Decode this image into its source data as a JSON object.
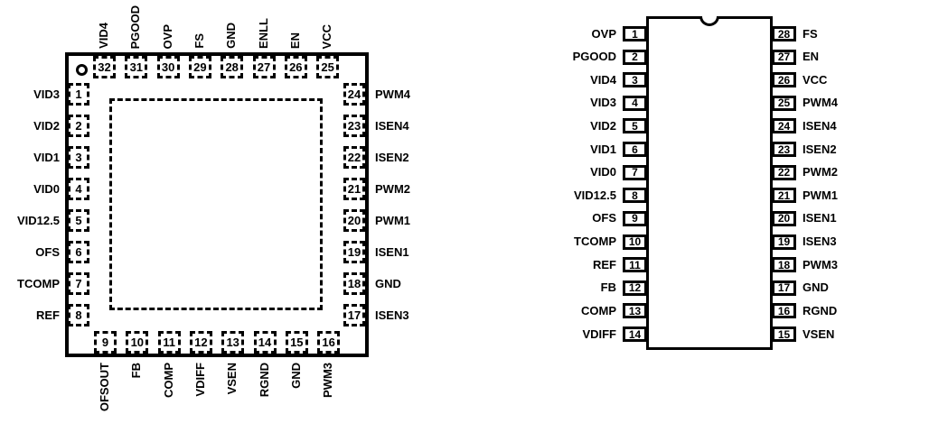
{
  "figure": {
    "background_color": "#ffffff",
    "line_color": "#000000"
  },
  "qfn32": {
    "package_name": "32-pin-quad-package",
    "pin1_indicator_icon": "circle",
    "thermal_pad": "dashed-square",
    "top_pins": [
      {
        "num": "32",
        "label": "VID4"
      },
      {
        "num": "31",
        "label": "PGOOD"
      },
      {
        "num": "30",
        "label": "OVP"
      },
      {
        "num": "29",
        "label": "FS"
      },
      {
        "num": "28",
        "label": "GND"
      },
      {
        "num": "27",
        "label": "ENLL"
      },
      {
        "num": "26",
        "label": "EN"
      },
      {
        "num": "25",
        "label": "VCC"
      }
    ],
    "left_pins": [
      {
        "num": "1",
        "label": "VID3"
      },
      {
        "num": "2",
        "label": "VID2"
      },
      {
        "num": "3",
        "label": "VID1"
      },
      {
        "num": "4",
        "label": "VID0"
      },
      {
        "num": "5",
        "label": "VID12.5"
      },
      {
        "num": "6",
        "label": "OFS"
      },
      {
        "num": "7",
        "label": "TCOMP"
      },
      {
        "num": "8",
        "label": "REF"
      }
    ],
    "right_pins": [
      {
        "num": "24",
        "label": "PWM4"
      },
      {
        "num": "23",
        "label": "ISEN4"
      },
      {
        "num": "22",
        "label": "ISEN2"
      },
      {
        "num": "21",
        "label": "PWM2"
      },
      {
        "num": "20",
        "label": "PWM1"
      },
      {
        "num": "19",
        "label": "ISEN1"
      },
      {
        "num": "18",
        "label": "GND"
      },
      {
        "num": "17",
        "label": "ISEN3"
      }
    ],
    "bottom_pins": [
      {
        "num": "9",
        "label": "OFSOUT"
      },
      {
        "num": "10",
        "label": "FB"
      },
      {
        "num": "11",
        "label": "COMP"
      },
      {
        "num": "12",
        "label": "VDIFF"
      },
      {
        "num": "13",
        "label": "VSEN"
      },
      {
        "num": "14",
        "label": "RGND"
      },
      {
        "num": "15",
        "label": "GND"
      },
      {
        "num": "16",
        "label": "PWM3"
      }
    ]
  },
  "dip28": {
    "package_name": "28-pin-dual-inline-package",
    "pin1_indicator_icon": "semicircle-notch",
    "left_pins": [
      {
        "num": "1",
        "label": "OVP"
      },
      {
        "num": "2",
        "label": "PGOOD"
      },
      {
        "num": "3",
        "label": "VID4"
      },
      {
        "num": "4",
        "label": "VID3"
      },
      {
        "num": "5",
        "label": "VID2"
      },
      {
        "num": "6",
        "label": "VID1"
      },
      {
        "num": "7",
        "label": "VID0"
      },
      {
        "num": "8",
        "label": "VID12.5"
      },
      {
        "num": "9",
        "label": "OFS"
      },
      {
        "num": "10",
        "label": "TCOMP"
      },
      {
        "num": "11",
        "label": "REF"
      },
      {
        "num": "12",
        "label": "FB"
      },
      {
        "num": "13",
        "label": "COMP"
      },
      {
        "num": "14",
        "label": "VDIFF"
      }
    ],
    "right_pins": [
      {
        "num": "28",
        "label": "FS"
      },
      {
        "num": "27",
        "label": "EN"
      },
      {
        "num": "26",
        "label": "VCC"
      },
      {
        "num": "25",
        "label": "PWM4"
      },
      {
        "num": "24",
        "label": "ISEN4"
      },
      {
        "num": "23",
        "label": "ISEN2"
      },
      {
        "num": "22",
        "label": "PWM2"
      },
      {
        "num": "21",
        "label": "PWM1"
      },
      {
        "num": "20",
        "label": "ISEN1"
      },
      {
        "num": "19",
        "label": "ISEN3"
      },
      {
        "num": "18",
        "label": "PWM3"
      },
      {
        "num": "17",
        "label": "GND"
      },
      {
        "num": "16",
        "label": "RGND"
      },
      {
        "num": "15",
        "label": "VSEN"
      }
    ]
  }
}
